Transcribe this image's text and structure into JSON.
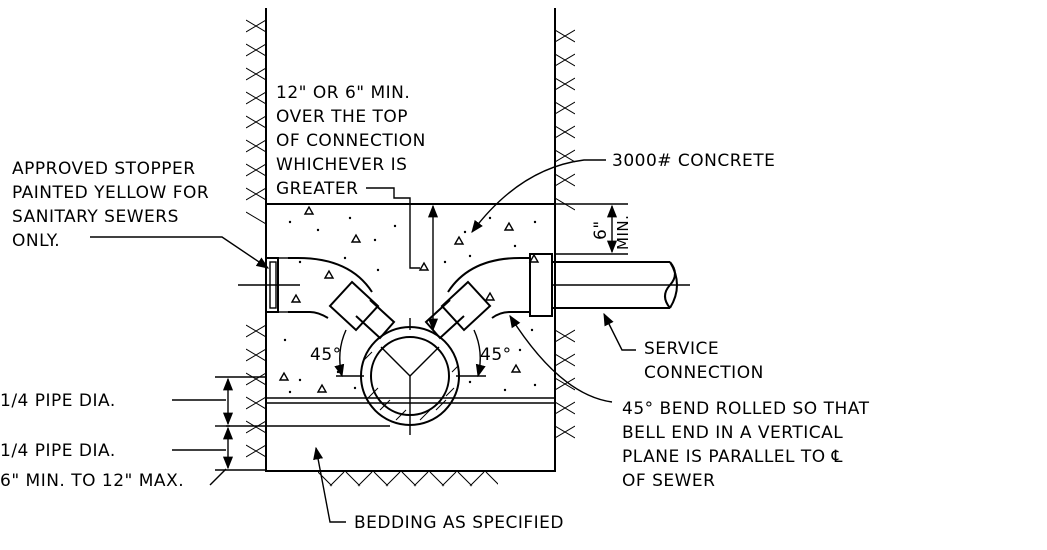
{
  "labels": {
    "cover_1": "12\" OR 6\" MIN.",
    "cover_2": "OVER THE TOP",
    "cover_3": "OF CONNECTION",
    "cover_4": "WHICHEVER IS",
    "cover_5": "GREATER",
    "stopper_1": "APPROVED STOPPER",
    "stopper_2": "PAINTED YELLOW FOR",
    "stopper_3": "SANITARY SEWERS",
    "stopper_4": "ONLY.",
    "concrete": "3000# CONCRETE",
    "six_top": "6\"",
    "six_min": "MIN.",
    "service_1": "SERVICE",
    "service_2": "CONNECTION",
    "angle_left": "45°",
    "angle_right": "45°",
    "pipe_dia_1": "1/4 PIPE DIA.",
    "pipe_dia_2": "1/4 PIPE DIA.",
    "bedding_depth": "6\" MIN. TO 12\" MAX.",
    "bend_1": "45° BEND ROLLED SO THAT",
    "bend_2": "BELL END IN A VERTICAL",
    "bend_3": "PLANE IS PARALLEL TO ℄",
    "bend_4": "OF SEWER",
    "bedding": "BEDDING AS SPECIFIED"
  }
}
